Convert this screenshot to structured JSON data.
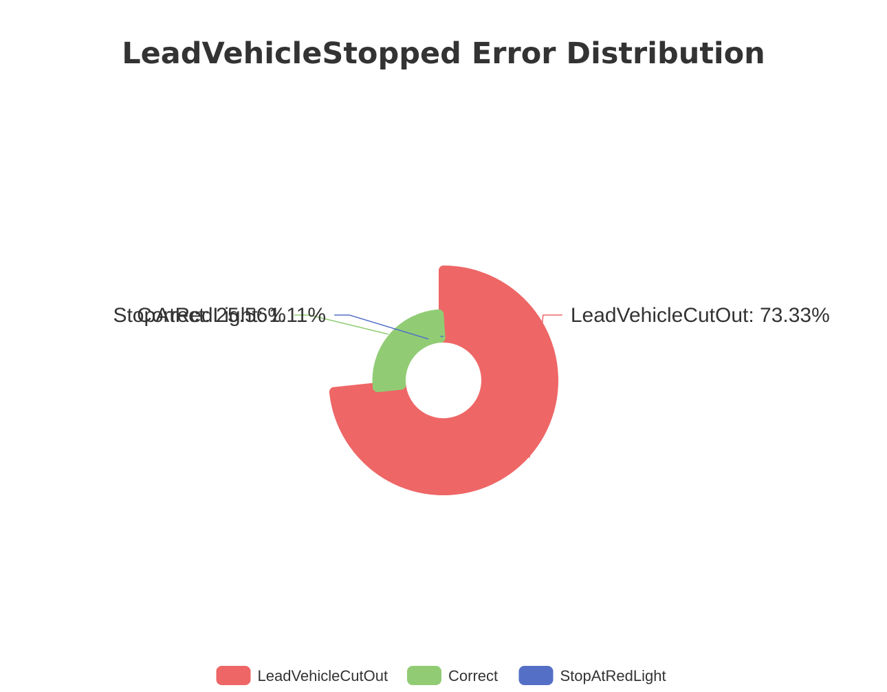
{
  "chart_data": {
    "type": "pie",
    "subtype": "rose",
    "title": "LeadVehicleStopped Error Distribution",
    "categories": [
      "LeadVehicleCutOut",
      "Correct",
      "StopAtRedLight"
    ],
    "values": [
      73.33,
      25.56,
      1.11
    ],
    "unit": "%",
    "labels": [
      "LeadVehicleCutOut: 73.33%",
      "Correct: 25.56%",
      "StopAtRedLight: 1.11%"
    ],
    "colors": [
      "#ee6666",
      "#91cc75",
      "#5470c6"
    ],
    "legend": {
      "position": "bottom",
      "items": [
        "LeadVehicleCutOut",
        "Correct",
        "StopAtRedLight"
      ]
    }
  }
}
